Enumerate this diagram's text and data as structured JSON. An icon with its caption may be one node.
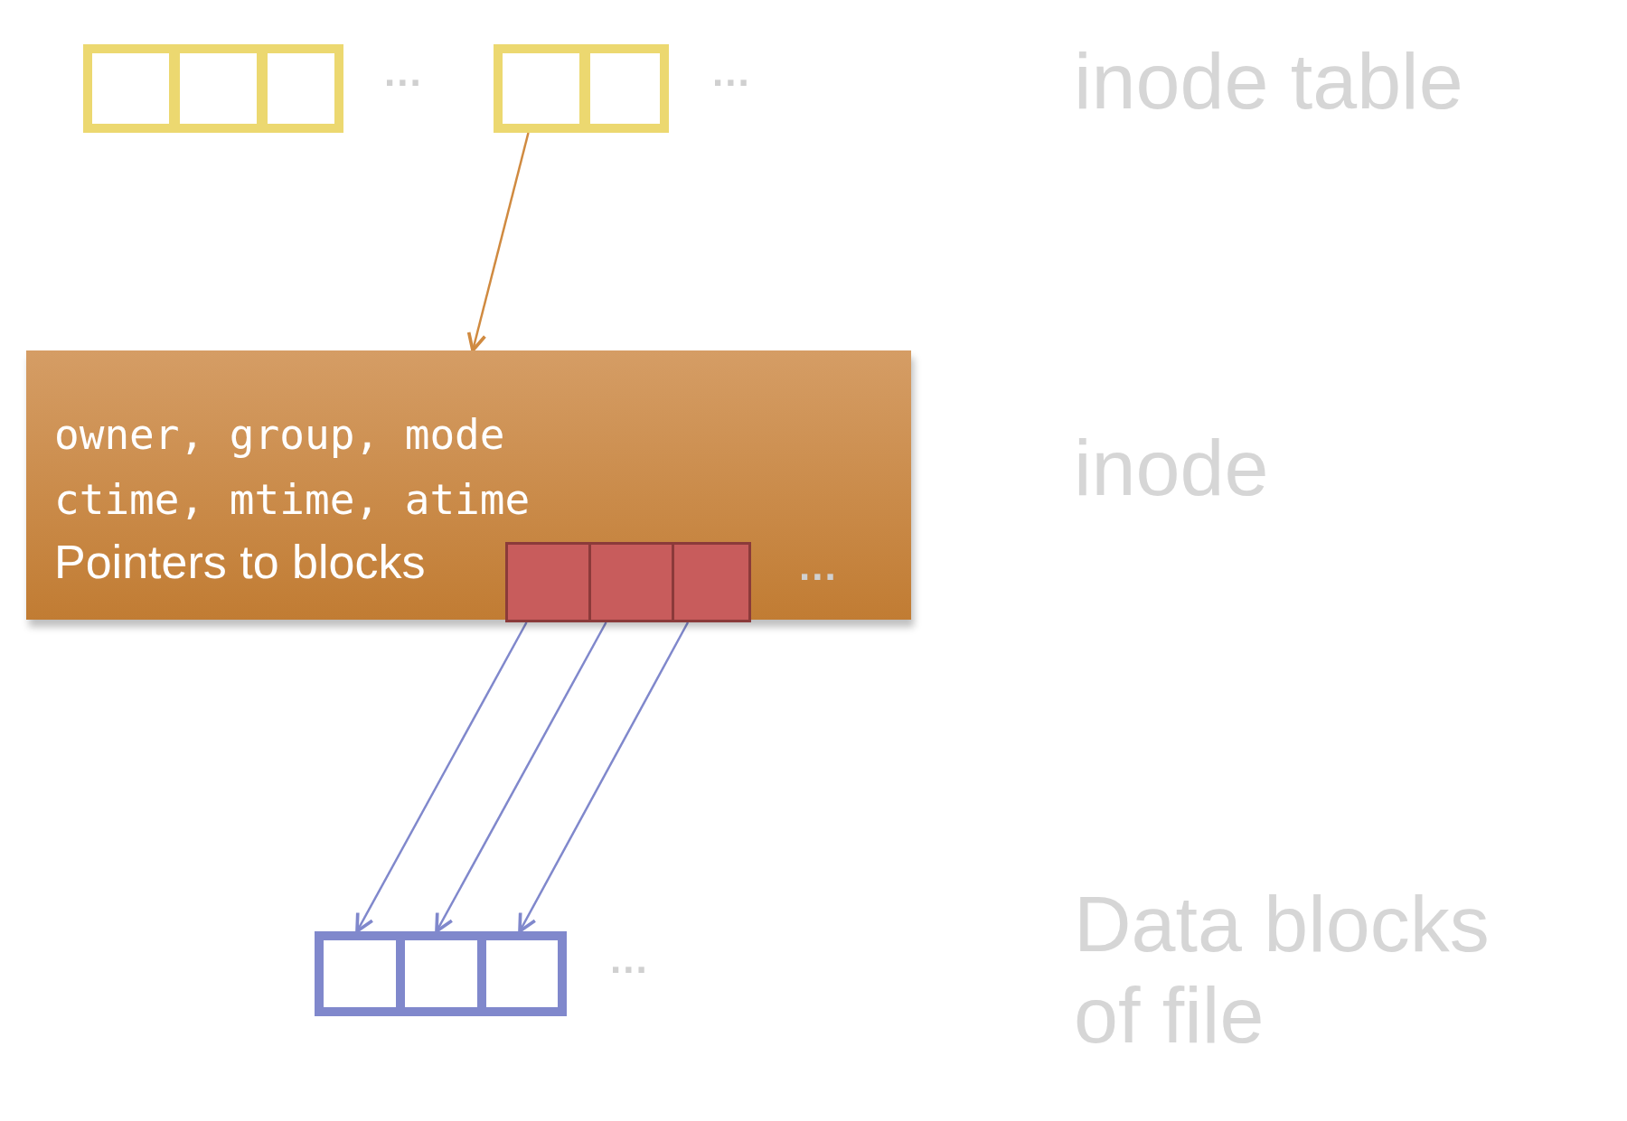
{
  "diagram": {
    "nodes": [
      {
        "text": [],
        "shape": "box"
      },
      {
        "text": [],
        "shape": "box"
      },
      {
        "text": [],
        "shape": "box"
      },
      {
        "text": [],
        "shape": "box"
      },
      {
        "text": [],
        "shape": "box"
      },
      {
        "text": [
          "owner, group, mode",
          "ctime, mtime, atime",
          "Pointers to blocks"
        ]
      },
      {
        "text": [],
        "shape": "box",
        "in": 5
      },
      {
        "text": [],
        "shape": "box",
        "in": 5
      },
      {
        "text": [],
        "shape": "box",
        "in": 5
      },
      {
        "text": [],
        "shape": "box"
      },
      {
        "text": [],
        "shape": "box"
      },
      {
        "text": [],
        "shape": "box"
      }
    ],
    "edges": [
      {
        "from": 3,
        "to": 5,
        "arrow": "to",
        "color": "#d08a40"
      },
      {
        "from": 6,
        "to": 9,
        "arrow": "to"
      },
      {
        "from": 7,
        "to": 10,
        "arrow": "to"
      },
      {
        "from": 8,
        "to": 11,
        "arrow": "to"
      }
    ],
    "labels": [
      "...",
      "...",
      "inode table",
      "inode",
      "...",
      "...",
      "Data blocks of file"
    ]
  }
}
